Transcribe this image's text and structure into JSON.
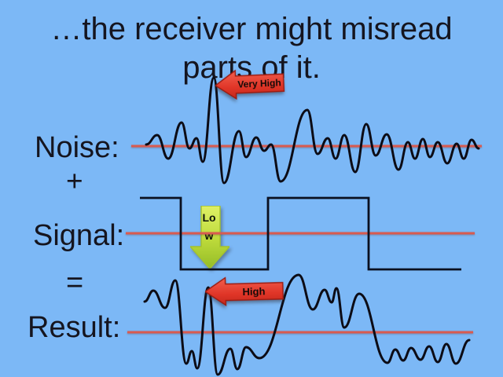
{
  "slide": {
    "title": {
      "line1": "…the receiver might misread",
      "line2": "parts of it."
    },
    "rows": {
      "noise_label": "Noise:",
      "plus_operator": "+",
      "signal_label": "Signal:",
      "equals_operator": "=",
      "result_label": "Result:"
    },
    "annotations": {
      "noise_peak": "Very High",
      "signal_low": "Low",
      "result_peak": "High"
    },
    "colors": {
      "background": "#7cb8f6",
      "text": "#15151f",
      "baseline_red": "#d85b50",
      "waveform_black": "#0c0c16",
      "annotation_arrow_red": "#e33b2b",
      "annotation_arrow_green": "#b8d935"
    }
  }
}
